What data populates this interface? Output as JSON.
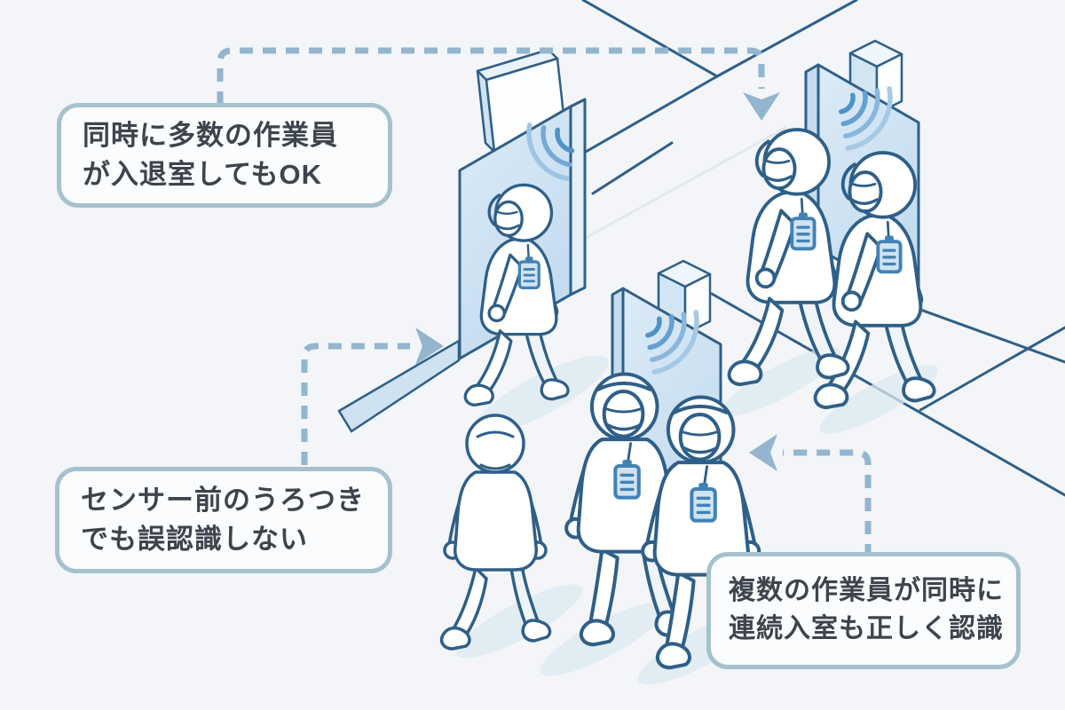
{
  "callouts": {
    "top_left": {
      "line1": "同時に多数の作業員",
      "line2": "が入退室してもOK"
    },
    "middle_left": {
      "line1": "センサー前のうろつき",
      "line2": "でも誤認識しない"
    },
    "bottom_right": {
      "line1": "複数の作業員が同時に",
      "line2": "連続入室も正しく認識"
    }
  },
  "colors": {
    "background": "#f3f5f8",
    "outline": "#2e5f88",
    "gate_panel_fill": "#cfe3f3",
    "signal_wave": "#5f9dcd",
    "dashed_arrow": "#93b5ce",
    "callout_border": "#a6c1ce",
    "callout_fill": "#fbfcfe",
    "callout_text": "#3d444c",
    "badge": "#4182b4",
    "floor_shadow": "#dce8f2"
  },
  "icons": {
    "sensor_unit": "isometric-box",
    "signal_waves": "concentric-arcs",
    "dashed_arrow": "dashed-path-with-chevron-arrowhead",
    "id_badge": "striped-card"
  },
  "scene_counts": {
    "sensor_gates": 3,
    "workers": 6,
    "callouts": 3
  }
}
